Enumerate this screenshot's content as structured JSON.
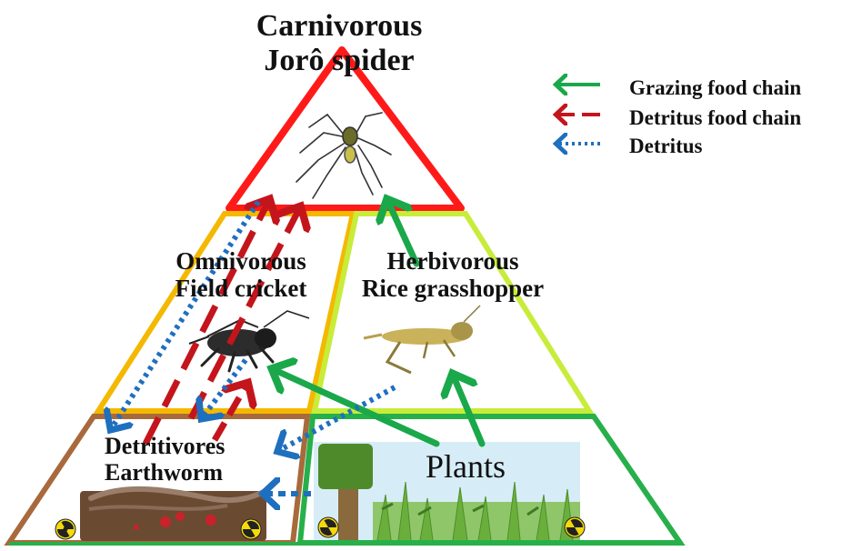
{
  "levels": {
    "top": {
      "line1": "Carnivorous",
      "line2": "Jorô spider"
    },
    "omnivore": {
      "line1": "Omnivorous",
      "line2": "Field cricket"
    },
    "herbivore": {
      "line1": "Herbivorous",
      "line2": "Rice grasshopper"
    },
    "detritivore": {
      "line1": "Detritivores",
      "line2": "Earthworm"
    },
    "producer": {
      "label": "Plants"
    }
  },
  "legend": [
    {
      "label": "Grazing food chain",
      "color": "#1aa84a",
      "style": "solid"
    },
    {
      "label": "Detritus food chain",
      "color": "#c4151c",
      "style": "dashed"
    },
    {
      "label": "Detritus",
      "color": "#1f6fbf",
      "style": "dotted"
    }
  ],
  "colors": {
    "top_outline": "#ff1a1a",
    "omnivore_outline": "#f5b800",
    "herbivore_outline": "#c8ec3a",
    "detritivore_outline": "#a86a3c",
    "producer_outline": "#27b04a",
    "radiation": "#f5d90a"
  },
  "icons": [
    "spider-icon",
    "cricket-icon",
    "grasshopper-icon",
    "earthworm-icon",
    "tree-icon",
    "grass-icon",
    "radiation-icon"
  ]
}
